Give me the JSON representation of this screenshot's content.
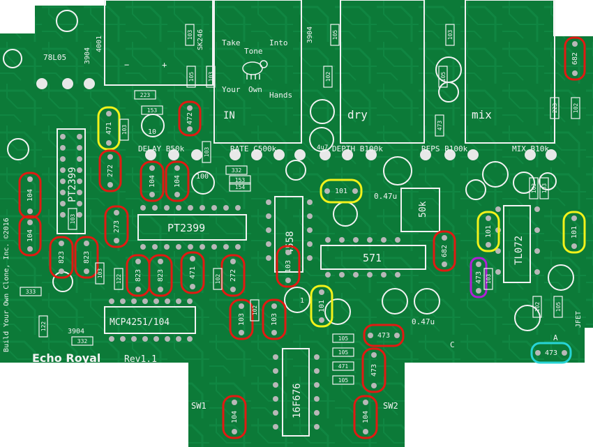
{
  "board": {
    "title": "Echo Royal",
    "revision": "Rev1.1",
    "side_text": "Build Your Own Clone, Inc. ©2016",
    "logo_text": [
      "Take",
      "Tone",
      "Into",
      "Your",
      "Own",
      "Hands"
    ],
    "colors": {
      "board": "#0c7a38",
      "board_dark": "#0a6b30",
      "trace": "#13904a",
      "silk": "#f3f3f3",
      "pad": "#b8b8b8",
      "hole": "#1d2a22",
      "highlight_red": "#e11a12",
      "highlight_yellow": "#f2f21a",
      "highlight_purple": "#b21fd8",
      "highlight_cyan": "#27d4d6"
    }
  },
  "jack_labels": [
    "IN",
    "dry",
    "mix"
  ],
  "pot_labels": [
    "DELAY B50k",
    "RATE C500k",
    "DEPTH B100k",
    "REPS B100k",
    "MIX B10k"
  ],
  "ic_labels": [
    "PT2399",
    "PT2399",
    "4558",
    "571",
    "TL072",
    "MCP4251/104",
    "16F676",
    "78L05",
    "4001",
    "3904",
    "3904",
    "3904",
    "SK246"
  ],
  "switch_labels": [
    "SW1",
    "SW2"
  ],
  "misc_labels": [
    "50k",
    "0.47u",
    "0.47u",
    "1",
    "4u7",
    "10",
    "100",
    "JFET",
    "C",
    "A"
  ],
  "highlights": [
    {
      "color": "red",
      "label": "682"
    },
    {
      "color": "red",
      "label": "472"
    },
    {
      "color": "yellow",
      "label": "471"
    },
    {
      "color": "red",
      "label": "104"
    },
    {
      "color": "red",
      "label": "104"
    },
    {
      "color": "red",
      "label": "272"
    },
    {
      "color": "red",
      "label": "104"
    },
    {
      "color": "red",
      "label": "104"
    },
    {
      "color": "red",
      "label": "273"
    },
    {
      "color": "red",
      "label": "823"
    },
    {
      "color": "red",
      "label": "823"
    },
    {
      "color": "red",
      "label": "823"
    },
    {
      "color": "red",
      "label": "823"
    },
    {
      "color": "red",
      "label": "471"
    },
    {
      "color": "red",
      "label": "272"
    },
    {
      "color": "red",
      "label": "103"
    },
    {
      "color": "red",
      "label": "103"
    },
    {
      "color": "red",
      "label": "103"
    },
    {
      "color": "yellow",
      "label": "101"
    },
    {
      "color": "yellow",
      "label": "101"
    },
    {
      "color": "red",
      "label": "682"
    },
    {
      "color": "yellow",
      "label": "101"
    },
    {
      "color": "yellow",
      "label": "101"
    },
    {
      "color": "purple",
      "label": "473"
    },
    {
      "color": "red",
      "label": "473"
    },
    {
      "color": "red",
      "label": "473"
    },
    {
      "color": "red",
      "label": "104"
    },
    {
      "color": "red",
      "label": "104"
    },
    {
      "color": "cyan",
      "label": "473"
    }
  ],
  "small_resistors": [
    "333",
    "103",
    "153",
    "103",
    "103",
    "332",
    "153",
    "154",
    "103",
    "122",
    "105",
    "105",
    "471",
    "105",
    "102",
    "223",
    "103",
    "105",
    "103",
    "332",
    "122",
    "102",
    "473",
    "103",
    "102",
    "223",
    "102",
    "105",
    "105",
    "103",
    "103",
    "102",
    "103",
    "105"
  ]
}
